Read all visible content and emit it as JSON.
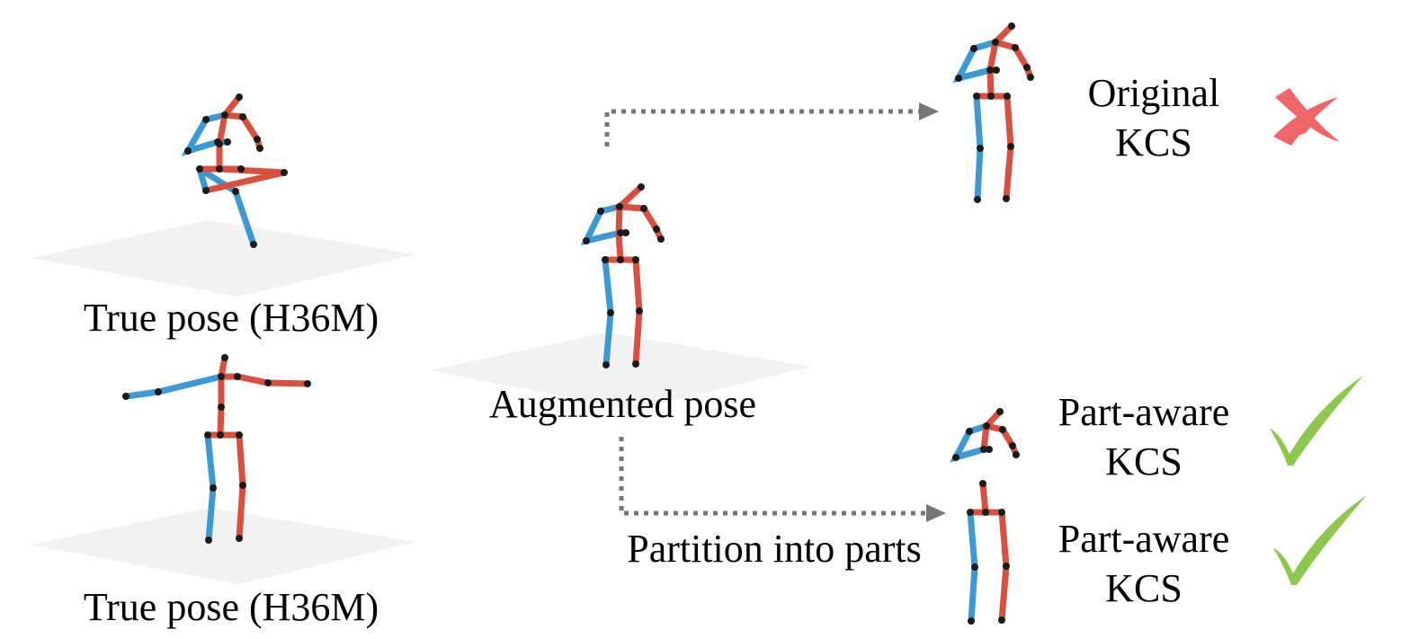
{
  "labels": {
    "true_pose_top": "True pose (H36M)",
    "true_pose_bottom": "True pose (H36M)",
    "augmented": "Augmented pose",
    "partition": "Partition into parts",
    "original_line1": "Original",
    "original_line2": "KCS",
    "partaware1_line1": "Part-aware",
    "partaware1_line2": "KCS",
    "partaware2_line1": "Part-aware",
    "partaware2_line2": "KCS"
  },
  "colors": {
    "left_limb": "#3b9ad6",
    "right_limb": "#d9503f",
    "cross": "#f06565",
    "check": "#8cc84b",
    "connector": "#777777",
    "ground": "#f2f2f2"
  },
  "icons": [
    "cross-icon",
    "check-icon",
    "check-icon"
  ]
}
